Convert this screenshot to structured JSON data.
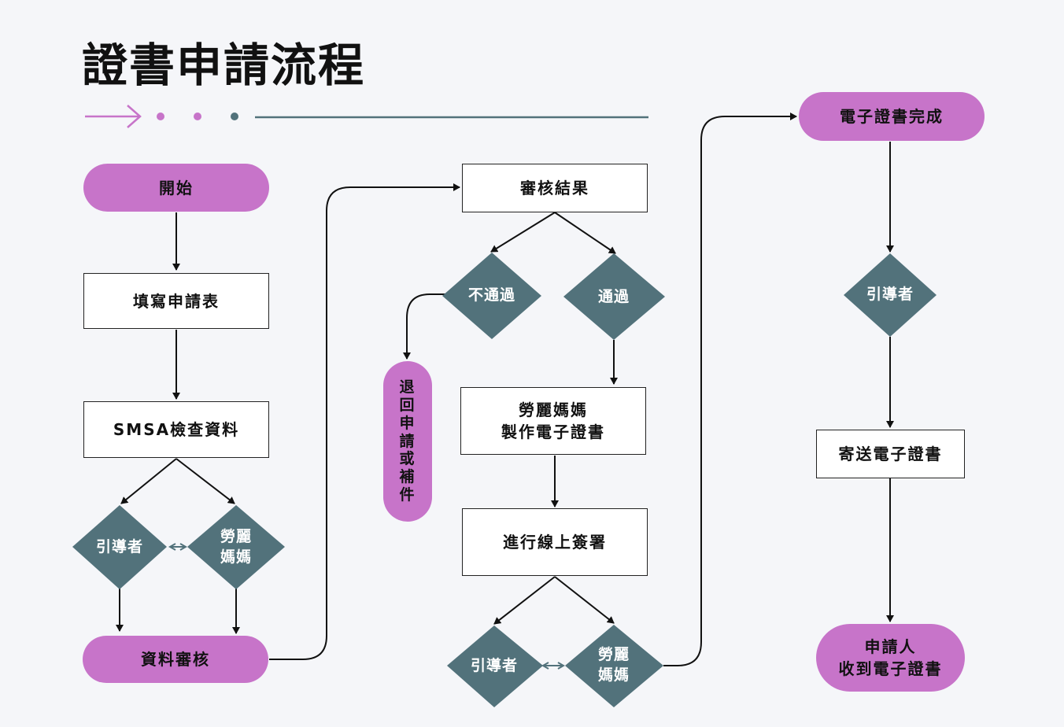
{
  "title": "證書申請流程",
  "colors": {
    "background": "#f5f6f9",
    "pill": "#c774c9",
    "diamond": "#52727b",
    "arrow_pink": "#c774c9",
    "rule_line": "#52727b",
    "connector": "#111111"
  },
  "nodes": {
    "start": "開始",
    "fill_form": "填寫申請表",
    "smsa_check": "SMSA檢查資料",
    "d1_guide": "引導者",
    "d1_lily": "勞麗\n媽媽",
    "data_review": "資料審核",
    "review_result": "審核結果",
    "reject": "不通過",
    "pass": "通過",
    "return": "退\n回\n申\n請\n或\n補\n件",
    "lily_make": "勞麗媽媽\n製作電子證書",
    "online_sign": "進行線上簽署",
    "d2_guide": "引導者",
    "d2_lily": "勞麗\n媽媽",
    "cert_done": "電子證書完成",
    "d3_guide": "引導者",
    "send_cert": "寄送電子證書",
    "receive": "申請人\n收到電子證書"
  }
}
